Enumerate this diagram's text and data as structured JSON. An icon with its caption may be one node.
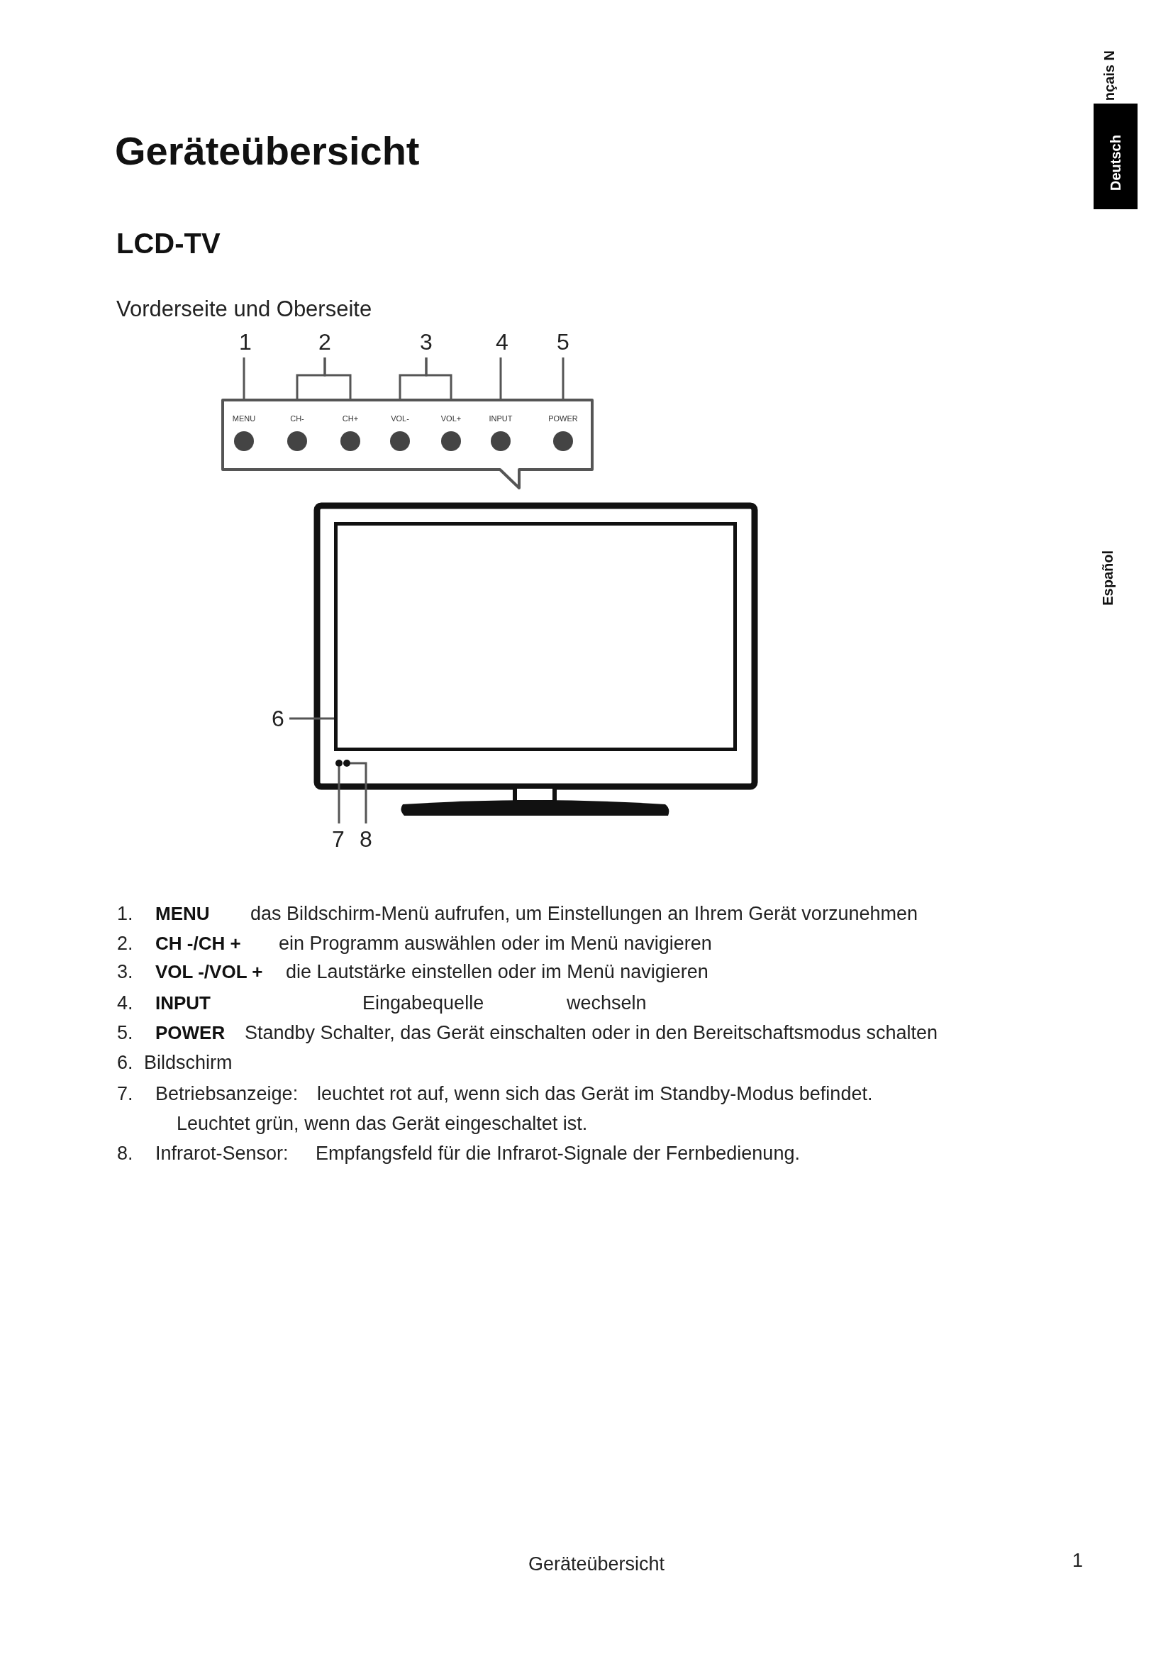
{
  "diagram": {
    "title": "Geräteübersicht",
    "nodes": [
      {
        "text": [
          "1"
        ]
      },
      {
        "text": [
          "2"
        ]
      },
      {
        "text": [
          "3"
        ]
      },
      {
        "text": [
          "4"
        ]
      },
      {
        "text": [
          "5"
        ]
      },
      {
        "text": [],
        "shape": "box"
      },
      {
        "text": [
          "MENU"
        ],
        "in": 5
      },
      {
        "text": [
          "CH-"
        ],
        "in": 5
      },
      {
        "text": [
          "CH+"
        ],
        "in": 5
      },
      {
        "text": [
          "VOL-"
        ],
        "in": 5
      },
      {
        "text": [
          "VOL+"
        ],
        "in": 5
      },
      {
        "text": [
          "INPUT"
        ],
        "in": 5
      },
      {
        "text": [
          "POWER"
        ],
        "in": 5
      },
      {
        "text": [
          "6"
        ]
      },
      {
        "text": [],
        "shape": "box"
      },
      {
        "text": [],
        "shape": "circle"
      },
      {
        "text": [],
        "shape": "circle"
      },
      {
        "text": [
          "7"
        ]
      },
      {
        "text": [
          "8"
        ]
      }
    ],
    "edges": [
      {
        "from": 0,
        "to": 6,
        "arrow": "none"
      },
      {
        "from": 1,
        "to": 7,
        "arrow": "none"
      },
      {
        "from": 1,
        "to": 8,
        "arrow": "none"
      },
      {
        "from": 2,
        "to": 9,
        "arrow": "none"
      },
      {
        "from": 2,
        "to": 10,
        "arrow": "none"
      },
      {
        "from": 3,
        "to": 11,
        "arrow": "none"
      },
      {
        "from": 4,
        "to": 12,
        "arrow": "none"
      },
      {
        "from": 13,
        "to": 14,
        "arrow": "none"
      },
      {
        "from": 17,
        "to": 15,
        "arrow": "none"
      },
      {
        "from": 18,
        "to": 16,
        "arrow": "none"
      }
    ],
    "labels": [
      "nçais N",
      "Deutsch",
      "LCD-TV",
      "Vorderseite und Oberseite",
      "Español",
      "1.",
      "MENU",
      "das Bildschirm-Menü aufrufen, um Einstellungen an Ihrem Gerät vorzunehmen",
      "2.",
      "CH -/CH +",
      "ein Programm auswählen oder im Menü navigieren",
      "3.",
      "VOL -/VOL +",
      "die Lautstärke einstellen oder im Menü navigieren",
      "4.",
      "INPUT",
      "Eingabequelle",
      "wechseln",
      "5.",
      "POWER",
      "Standby Schalter, das Gerät einschalten oder in den Bereitschaftsmodus schalten",
      "6.",
      "Bildschirm",
      "7.",
      "Betriebsanzeige:",
      "leuchtet rot auf, wenn sich das Gerät im Standby-Modus befindet. Leuchtet grün, wenn das Gerät eingeschaltet ist.",
      "8.",
      "Infrarot-Sensor:",
      "Empfangsfeld für die Infrarot-Signale der Fernbedienung.",
      "Geräteübersicht",
      "1"
    ]
  }
}
